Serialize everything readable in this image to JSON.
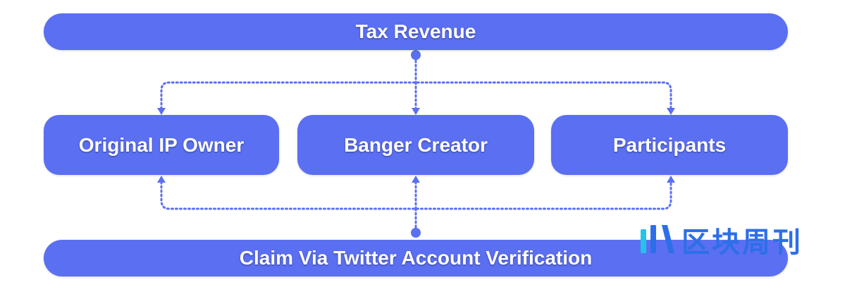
{
  "diagram": {
    "top": {
      "label": "Tax Revenue"
    },
    "nodes": [
      {
        "label": "Original IP Owner"
      },
      {
        "label": "Banger Creator"
      },
      {
        "label": "Participants"
      }
    ],
    "bottom": {
      "label": "Claim Via Twitter Account Verification"
    }
  },
  "watermark": {
    "text": "区块周刊"
  },
  "colors": {
    "box_fill": "#5b6ff2",
    "connector": "#5b6ff2",
    "watermark": "#2d6fe8"
  }
}
